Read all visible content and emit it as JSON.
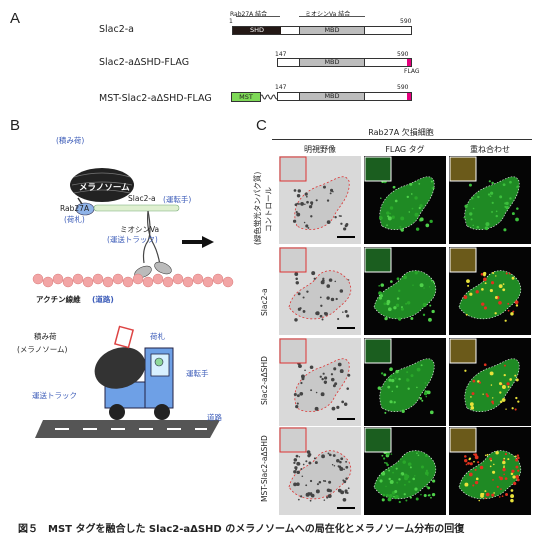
{
  "panelA": {
    "letter": "A",
    "scale_start": "1",
    "scale_end": "590",
    "domain_header_rab27a": "Rab27A 結合",
    "domain_header_myosin": "ミオシンVa 結合",
    "rows": [
      {
        "label": "Slac2-a",
        "start": "",
        "end": ""
      },
      {
        "label": "Slac2-aΔSHD-FLAG",
        "start": "147",
        "end": "590"
      },
      {
        "label": "MST-Slac2-aΔSHD-FLAG",
        "start": "147",
        "end": "590"
      }
    ],
    "shd": "SHD",
    "mbd": "MBD",
    "mst": "MST",
    "flag": "FLAG"
  },
  "panelB": {
    "letter": "B",
    "cargo": "(積み荷)",
    "melanosome": "メラノソーム",
    "rab27a": "Rab27A",
    "tag": "(荷札)",
    "slac2a": "Slac2-a",
    "driver": "(運転手)",
    "myosin": "ミオシンVa",
    "track": "(運送トラック)",
    "actin": "アクチン線維",
    "road": "(道路)",
    "truck_cargo": "積み荷",
    "truck_cargo2": "(メラノソーム)",
    "truck_tag": "荷札",
    "truck_driver": "運転手",
    "truck_track": "運送トラック",
    "truck_road": "道路"
  },
  "panelC": {
    "letter": "C",
    "header": "Rab27A 欠損細胞",
    "columns": [
      "明視野像",
      "FLAG タグ",
      "重ね合わせ"
    ],
    "rows": [
      "コントロール\n(緑色蛍光タンパク質)",
      "Slac2-a",
      "Slac2-aΔSHD",
      "MST-Slac2-aΔSHD"
    ],
    "row0_line1": "(緑色蛍光タンパク質)",
    "row0_line2": "コントロール"
  },
  "caption": "図５　MST タグを融合した Slac2-aΔSHD のメラノソームへの局在化とメラノソーム分布の回復",
  "colors": {
    "shd": "#231815",
    "mbd": "#bdbdbd",
    "mst": "#7ed957",
    "flag": "#e6007e",
    "blue_text": "#3b5bb8",
    "actin": "#f2a5a5"
  }
}
